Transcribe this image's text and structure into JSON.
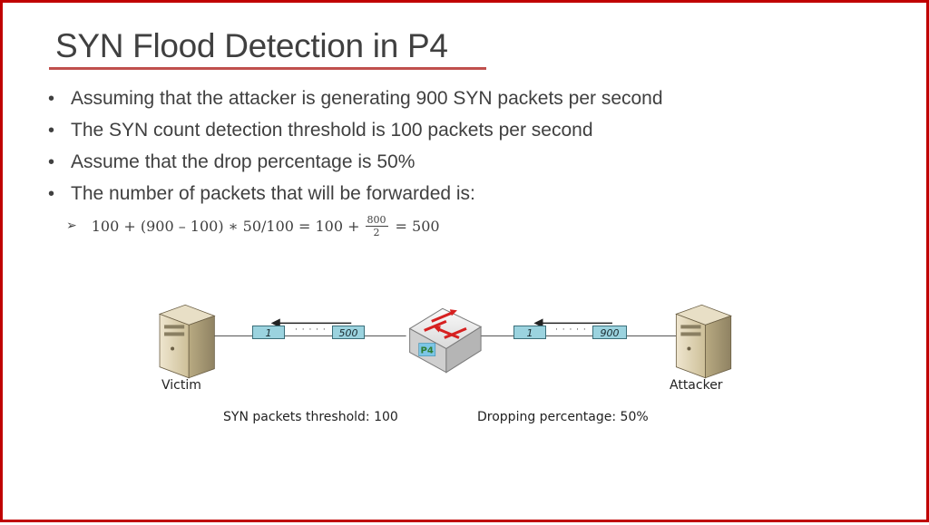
{
  "slide": {
    "title": "SYN Flood Detection in P4",
    "bullets": [
      "Assuming that the attacker is generating 900 SYN packets per second",
      "The SYN count detection threshold is 100 packets per second",
      "Assume that the drop percentage is 50%",
      "The number of packets that will be forwarded is:"
    ],
    "formula": {
      "lhs": "100 + (900 – 100) ∗ 50/100 = 100 +",
      "frac_num": "800",
      "frac_den": "2",
      "rhs": "= 500"
    }
  },
  "diagram": {
    "victim_label": "Victim",
    "attacker_label": "Attacker",
    "switch_label": "P4",
    "left_queue": {
      "first": "1",
      "dots": "· · · · ·",
      "last": "500"
    },
    "right_queue": {
      "first": "1",
      "dots": "· · · · ·",
      "last": "900"
    },
    "threshold_label": "SYN packets threshold: 100",
    "drop_label": "Dropping percentage: 50%"
  },
  "colors": {
    "border": "#c00000",
    "title_rule": "#c0504d",
    "packet_fill": "#9bd3df"
  }
}
